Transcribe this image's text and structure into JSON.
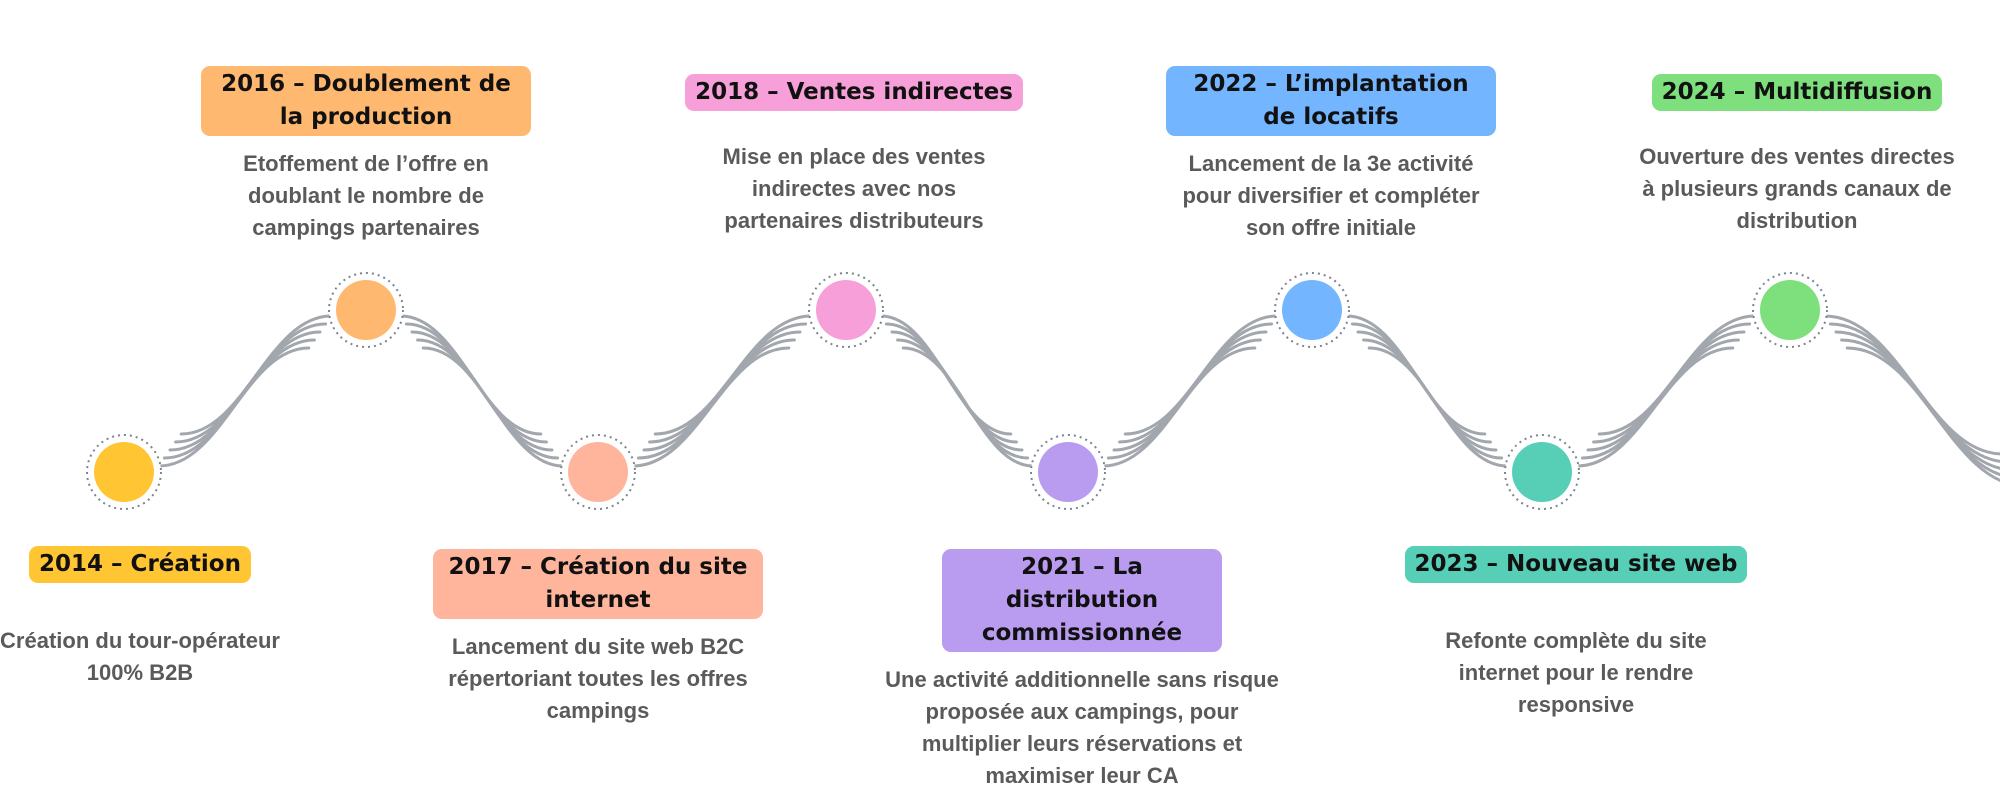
{
  "colors": {
    "wave_line": "#a2a6ad",
    "node_ring": "#7d8590"
  },
  "milestones": [
    {
      "id": "2014",
      "title": "2014 – Création",
      "description": "Création du tour-opérateur 100% B2B",
      "color": "#ffc533",
      "position": "bottom"
    },
    {
      "id": "2016",
      "title": "2016 – Doublement de la production",
      "description": "Etoffement de l’offre en doublant le nombre de campings partenaires",
      "color": "#ffb870",
      "position": "top"
    },
    {
      "id": "2017",
      "title": "2017 – Création du site internet",
      "description": "Lancement du site web B2C répertoriant toutes les offres campings",
      "color": "#ffb59c",
      "position": "bottom"
    },
    {
      "id": "2018",
      "title": "2018 – Ventes indirectes",
      "description": "Mise en place des ventes indirectes avec nos partenaires distributeurs",
      "color": "#f79fd8",
      "position": "top"
    },
    {
      "id": "2021",
      "title": "2021 – La distribution commissionnée",
      "description": "Une activité additionnelle sans risque proposée aux campings, pour multiplier leurs réservations et maximiser leur CA",
      "color": "#b99cf0",
      "position": "bottom"
    },
    {
      "id": "2022",
      "title": "2022 – L’implantation de locatifs",
      "description": "Lancement de la 3e activité pour diversifier et compléter son offre initiale",
      "color": "#73b6ff",
      "position": "top"
    },
    {
      "id": "2023",
      "title": "2023 – Nouveau site web",
      "description": "Refonte complète du site internet pour le rendre responsive",
      "color": "#56cfb6",
      "position": "bottom"
    },
    {
      "id": "2024",
      "title": "2024 – Multidiffusion",
      "description": "Ouverture des ventes directes à plusieurs grands canaux de distribution",
      "color": "#7ee07d",
      "position": "top"
    }
  ]
}
